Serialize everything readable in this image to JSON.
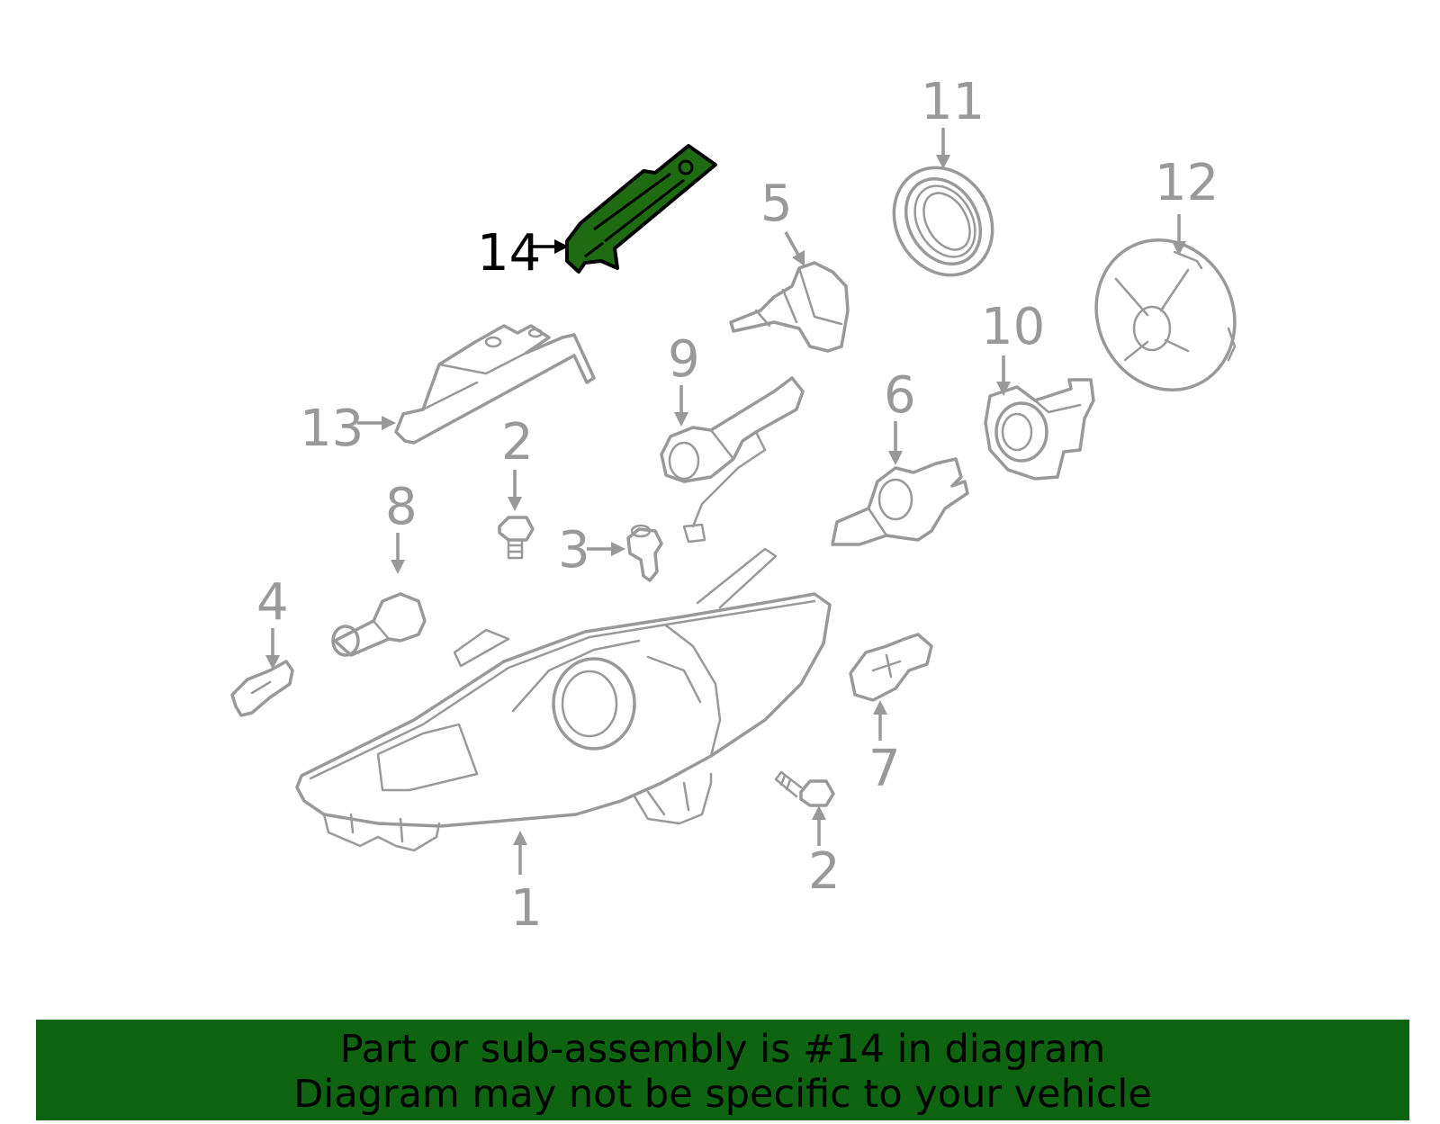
{
  "highlighted_part": "14",
  "colors": {
    "highlight": "#1e6b12",
    "banner_background": "#0e6410",
    "part_outline": "#999999",
    "active_label": "#000000"
  },
  "callouts": [
    {
      "id": "c1",
      "label": "1"
    },
    {
      "id": "c2a",
      "label": "2"
    },
    {
      "id": "c2b",
      "label": "2"
    },
    {
      "id": "c3",
      "label": "3"
    },
    {
      "id": "c4",
      "label": "4"
    },
    {
      "id": "c5",
      "label": "5"
    },
    {
      "id": "c6",
      "label": "6"
    },
    {
      "id": "c7",
      "label": "7"
    },
    {
      "id": "c8",
      "label": "8"
    },
    {
      "id": "c9",
      "label": "9"
    },
    {
      "id": "c10",
      "label": "10"
    },
    {
      "id": "c11",
      "label": "11"
    },
    {
      "id": "c12",
      "label": "12"
    },
    {
      "id": "c13",
      "label": "13"
    },
    {
      "id": "c14",
      "label": "14"
    }
  ],
  "banner": {
    "line1": "Part or sub-assembly is #14 in diagram",
    "line2": "Diagram may not be specific to your vehicle"
  }
}
